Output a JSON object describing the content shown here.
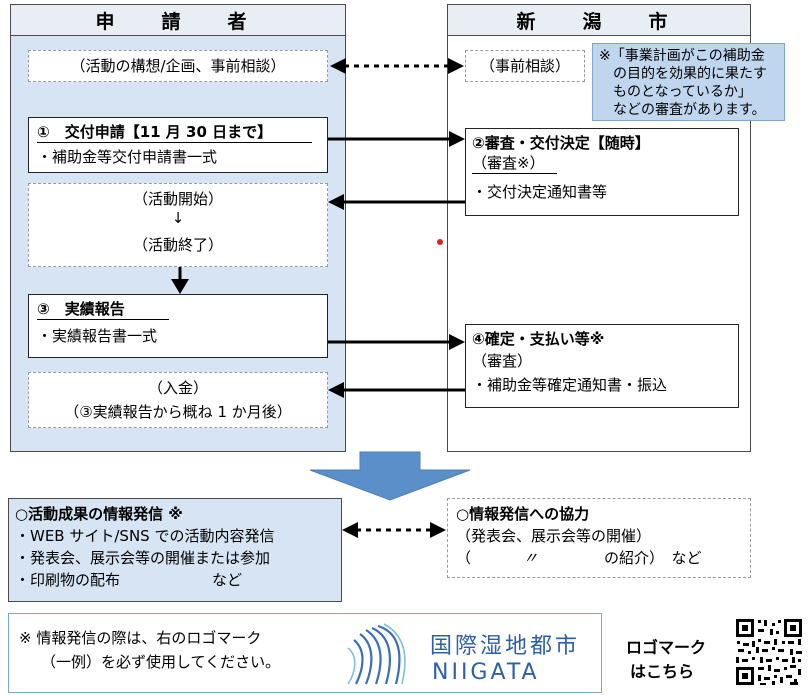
{
  "headers": {
    "applicant": "申　請　者",
    "city": "新　潟　市"
  },
  "steps": {
    "consult_left": "（活動の構想/企画、事前相談）",
    "consult_right": "（事前相談）",
    "note": [
      "※「事業計画がこの補助金",
      "の目的を効果的に果たす",
      "ものとなっているか」",
      "などの審査があります。"
    ],
    "step1_title": "①　交付申請【11 月 30 日まで】",
    "step1_item": "・補助金等交付申請書一式",
    "step2_title": "②審査・交付決定【随時】",
    "step2_sub": "（審査※）",
    "step2_item": "・交付決定通知書等",
    "activity_start": "（活動開始）",
    "activity_arrow": "↓",
    "activity_end": "（活動終了）",
    "step3_title": "③　実績報告",
    "step3_item": "・実績報告書一式",
    "step4_title": "④確定・支払い等※",
    "step4_sub": "（審査）",
    "step4_item": "・補助金等確定通知書・振込",
    "payment": "（入金）",
    "payment_sub": "（③実績報告から概ね 1 か月後）"
  },
  "info": {
    "left_title": "○活動成果の情報発信 ※",
    "left_items": [
      "・WEB サイト/SNS での活動内容発信",
      "・発表会、展示会等の開催または参加"
    ],
    "left_last": "・印刷物の配布",
    "left_last_etc": "など",
    "right_title": "○情報発信への協力",
    "right_item1": "（発表会、展示会等の開催）",
    "right_item2_open": "（",
    "right_item2_ditto": "〃",
    "right_item2_rest": "の紹介）　など"
  },
  "footer": {
    "notice_line1": "※ 情報発信の際は、右のロゴマーク",
    "notice_line2": "（一例）を必ず使用してください。",
    "logo_jp": "国際湿地都市",
    "logo_en": "NIIGATA",
    "logo_link_line1": "ロゴマーク",
    "logo_link_line2": "はこちら"
  },
  "colors": {
    "column_fill": "#d6e4f3",
    "note_fill": "#bfd6ee",
    "big_arrow": "#5b8fc9",
    "logo_blue": "#2d5fa6",
    "red_dot": "#e02020"
  },
  "icons": [
    "arrow-right-icon",
    "arrow-left-icon",
    "arrow-down-icon",
    "dotted-double-arrow-icon",
    "wave-logo-icon",
    "qr-code-icon"
  ]
}
